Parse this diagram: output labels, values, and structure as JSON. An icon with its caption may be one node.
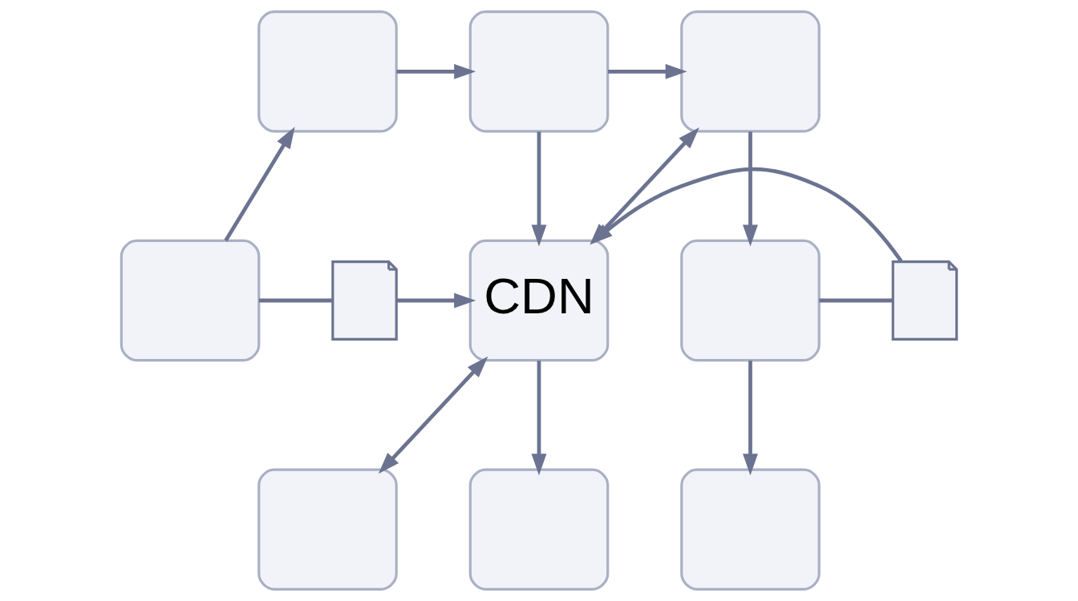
{
  "diagram": {
    "nodes": [
      {
        "text": [],
        "shape": "box"
      },
      {
        "text": [],
        "shape": "box"
      },
      {
        "text": [],
        "shape": "box"
      },
      {
        "text": [],
        "shape": "box"
      },
      {
        "text": [],
        "shape": "document"
      },
      {
        "text": [
          "CDN"
        ]
      },
      {
        "text": [],
        "shape": "document"
      },
      {
        "text": [],
        "shape": "box"
      },
      {
        "text": [],
        "shape": "box"
      },
      {
        "text": [],
        "shape": "box"
      },
      {
        "text": [],
        "shape": "box"
      }
    ],
    "edges": [
      {
        "from": 3,
        "to": 0,
        "arrow": "to"
      },
      {
        "from": 0,
        "to": 1,
        "arrow": "to"
      },
      {
        "from": 1,
        "to": 2,
        "arrow": "to"
      },
      {
        "from": 5,
        "to": 2,
        "arrow": "both"
      },
      {
        "from": 1,
        "to": 5,
        "arrow": "to"
      },
      {
        "from": 2,
        "to": 7,
        "arrow": "to"
      },
      {
        "from": 3,
        "to": 4,
        "arrow": "none"
      },
      {
        "from": 4,
        "to": 5,
        "arrow": "to"
      },
      {
        "from": 7,
        "to": 6,
        "arrow": "none"
      },
      {
        "from": 6,
        "to": 5,
        "arrow": "to"
      },
      {
        "from": 5,
        "to": 8,
        "arrow": "both"
      },
      {
        "from": 5,
        "to": 9,
        "arrow": "to"
      },
      {
        "from": 7,
        "to": 10,
        "arrow": "to"
      }
    ]
  }
}
